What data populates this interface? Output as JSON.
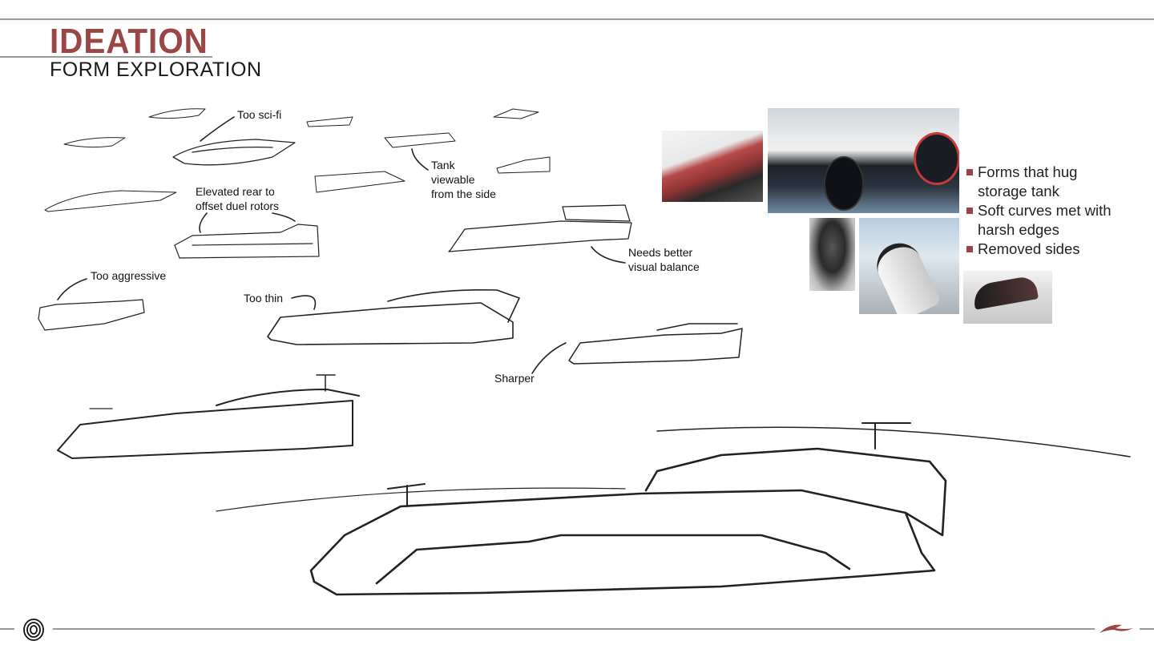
{
  "header": {
    "title": "IDEATION",
    "subtitle": "FORM EXPLORATION"
  },
  "annotations": {
    "too_scifi": "Too sci-fi",
    "tank_viewable": [
      "Tank",
      "viewable",
      "from the side"
    ],
    "elevated_rear": [
      "Elevated rear to",
      "offset duel rotors"
    ],
    "needs_balance": [
      "Needs better",
      "visual balance"
    ],
    "too_aggressive": "Too aggressive",
    "too_thin": "Too thin",
    "sharper": "Sharper"
  },
  "bullets": [
    [
      "Forms that hug",
      "storage tank"
    ],
    [
      "Soft curves met with",
      "harsh edges"
    ],
    [
      "Removed sides"
    ]
  ],
  "colors": {
    "accent": "#9b4646",
    "rule": "#9a9a9a"
  },
  "footer": {
    "left_logo": "spiral-logo-icon",
    "right_logo": "bird-logo-icon"
  }
}
